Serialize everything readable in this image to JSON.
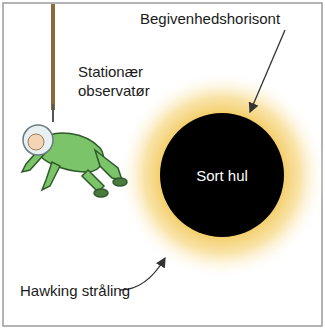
{
  "diagram": {
    "nodes": [
      {
        "text": [
          "Sort hul"
        ]
      }
    ],
    "labels": [
      "Begivenhedshorisont",
      "Stationær observatør",
      "Hawking stråling"
    ]
  }
}
